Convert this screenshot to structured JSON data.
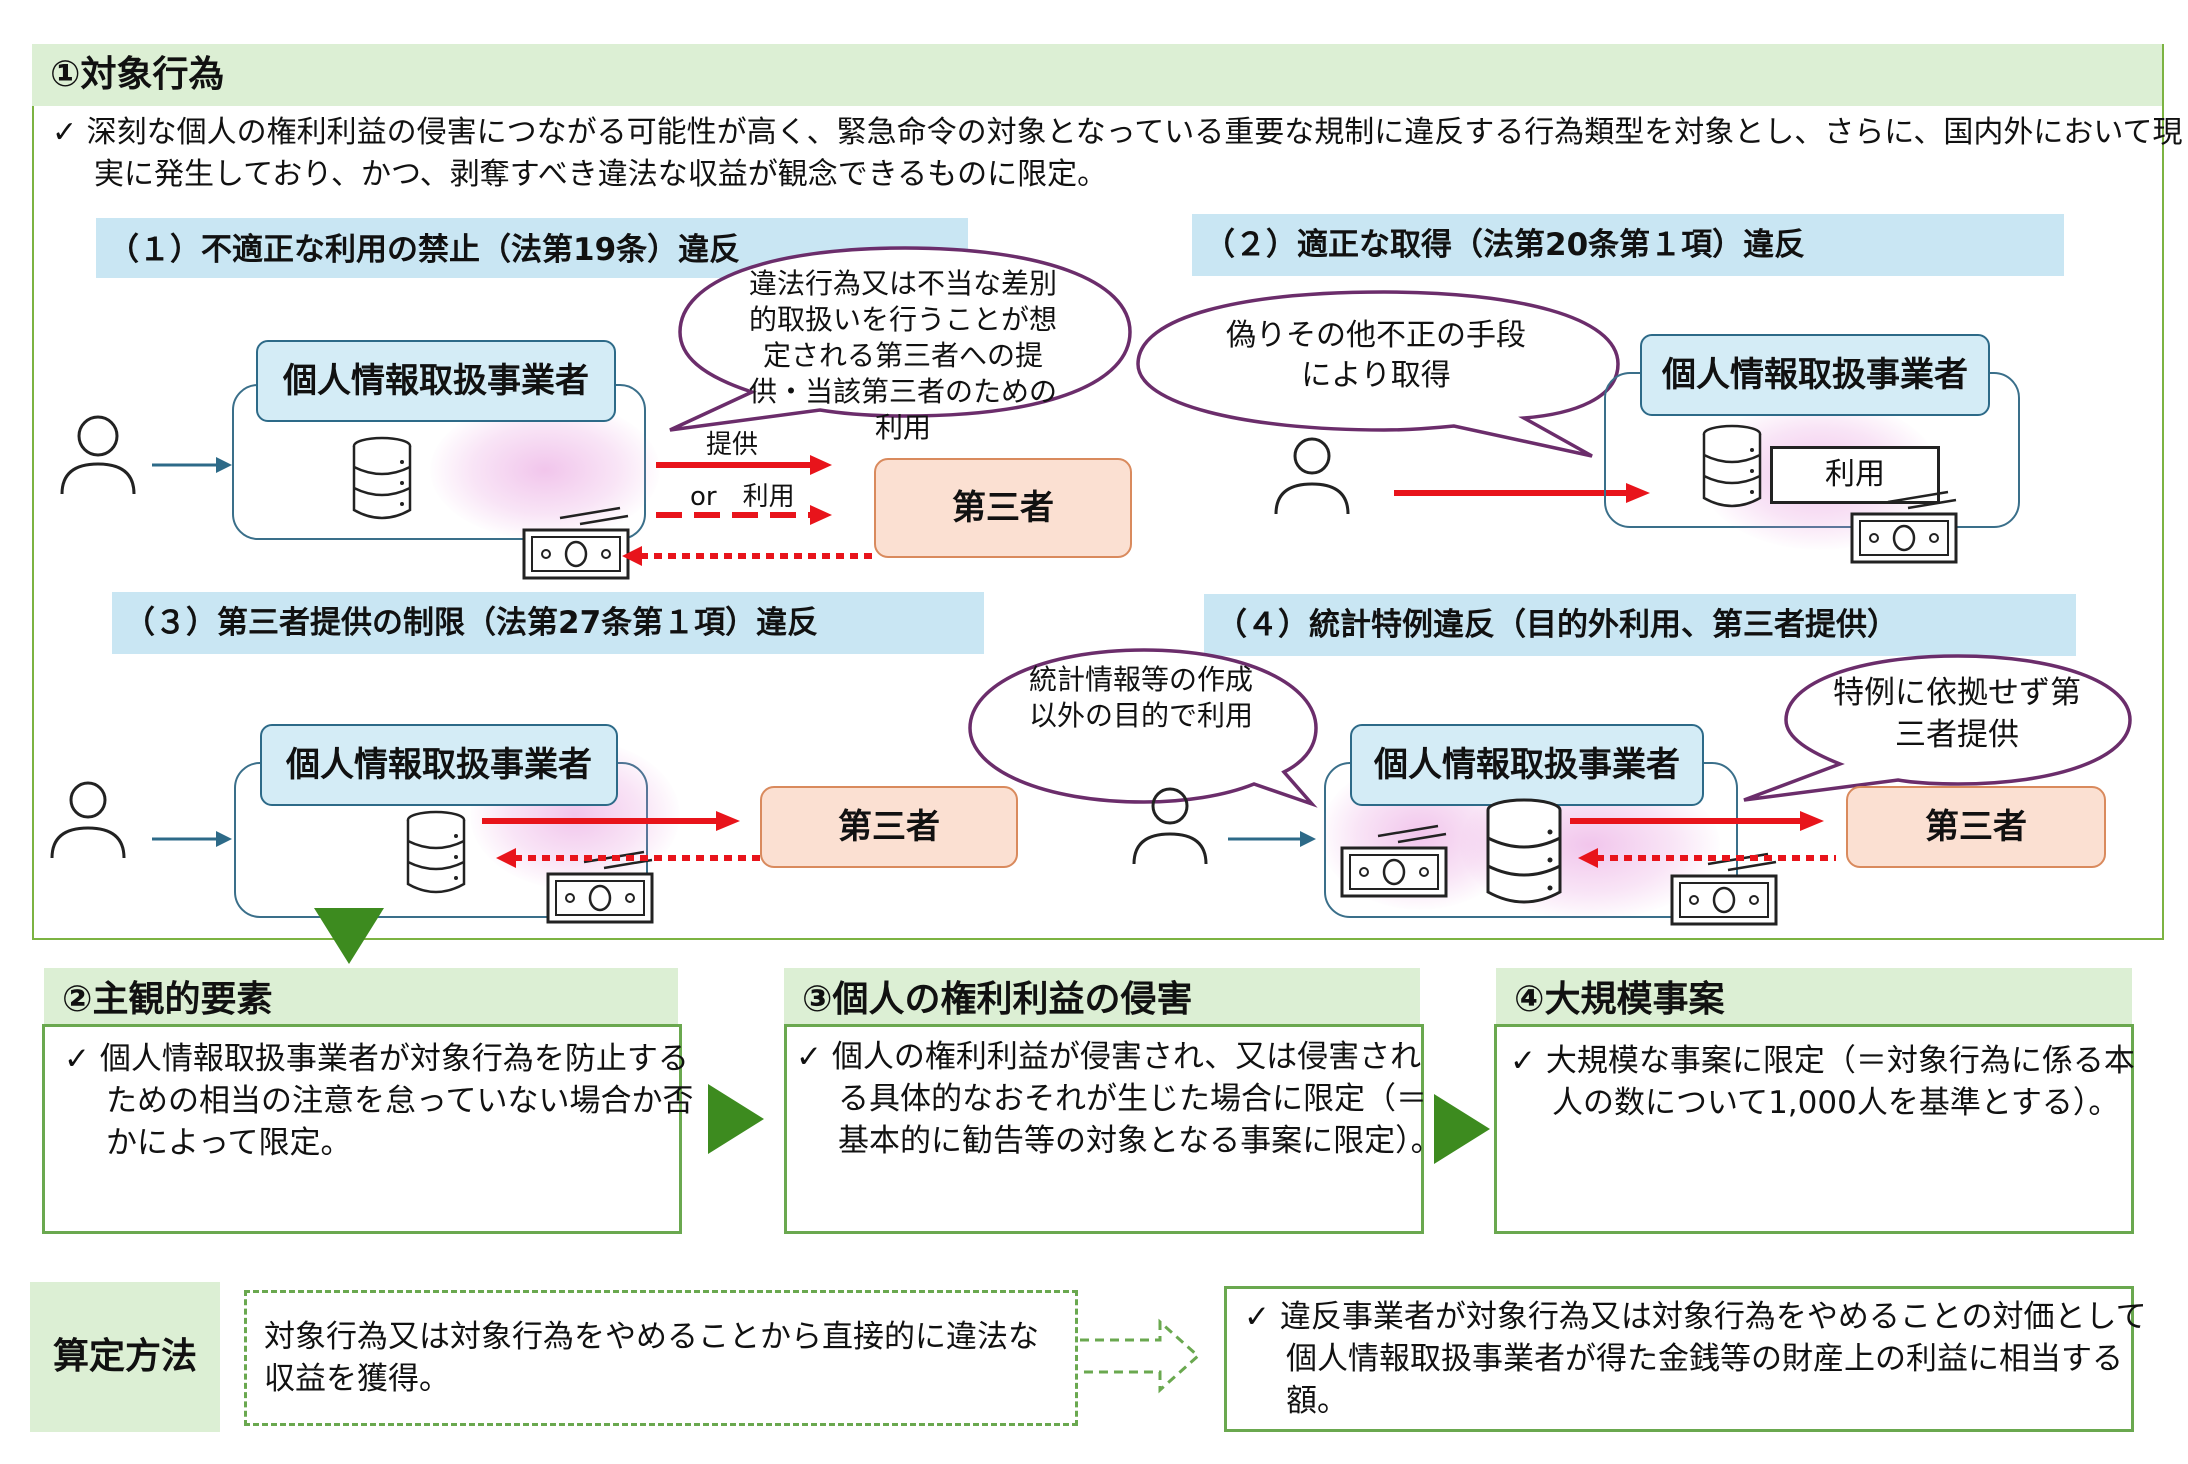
{
  "section1": {
    "title": "①対象行為",
    "intro": "✓ 深刻な個人の権利利益の侵害につながる可能性が高く、緊急命令の対象となっている重要な規制に違反する行為類型を対象とし、さらに、国内外において現実に発生しており、かつ、剥奪すべき違法な収益が観念できるものに限定。"
  },
  "case1": {
    "title": "（１）不適正な利用の禁止（法第19条）違反",
    "entity": "個人情報取扱事業者",
    "bubble": "違法行為又は不当な差別的取扱いを行うことが想定される第三者への提供・当該第三者のための利用",
    "provide_label": "提供",
    "or_use_label": "or　利用",
    "third_party": "第三者"
  },
  "case2": {
    "title": "（２）適正な取得（法第20条第１項）違反",
    "bubble": "偽りその他不正の手段により取得",
    "entity": "個人情報取扱事業者",
    "use_label": "利用"
  },
  "case3": {
    "title": "（３）第三者提供の制限（法第27条第１項）違反",
    "entity": "個人情報取扱事業者",
    "third_party": "第三者"
  },
  "case4": {
    "title": "（４）統計特例違反（目的外利用、第三者提供）",
    "bubble_left": "統計情報等の作成以外の目的で利用",
    "bubble_right": "特例に依拠せず第三者提供",
    "entity": "個人情報取扱事業者",
    "third_party": "第三者"
  },
  "section2": {
    "title": "②主観的要素",
    "body": "✓ 個人情報取扱事業者が対象行為を防止するための相当の注意を怠っていない場合か否かによって限定。"
  },
  "section3": {
    "title": "③個人の権利利益の侵害",
    "body": "✓ 個人の権利利益が侵害され、又は侵害される具体的なおそれが生じた場合に限定（＝基本的に勧告等の対象となる事案に限定）。"
  },
  "section4": {
    "title": "④大規模事案",
    "body": "✓ 大規模な事案に限定（＝対象行為に係る本人の数について1,000人を基準とする）。"
  },
  "calc": {
    "label": "算定方法",
    "left_text": "対象行為又は対象行為をやめることから直接的に違法な収益を獲得。",
    "right_text": "✓ 違反事業者が対象行為又は対象行為をやめることの対価として個人情報取扱事業者が得た金銭等の財産上の利益に相当する額。"
  },
  "colors": {
    "green_header": "#dcefd4",
    "blue_header": "#c9e6f3",
    "arrow_red": "#e8141b",
    "green_arrow": "#3d8b1f",
    "purple_bubble": "#6b2d6b"
  }
}
